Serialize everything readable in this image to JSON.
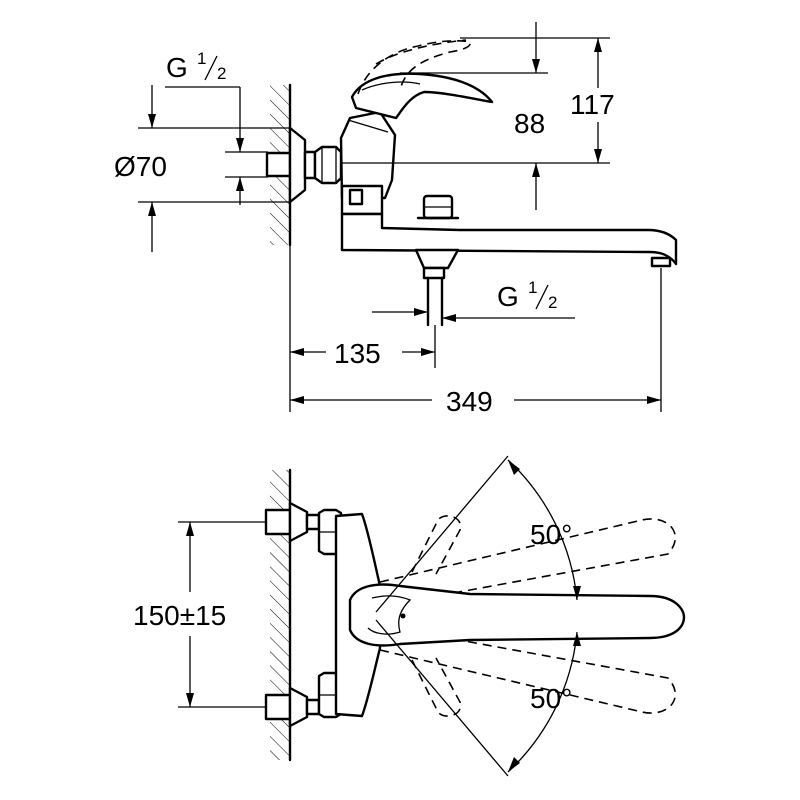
{
  "side_view": {
    "inlet_thread": {
      "prefix": "G",
      "numerator": "1",
      "denominator": "2"
    },
    "outlet_thread": {
      "prefix": "G",
      "numerator": "1",
      "denominator": "2"
    },
    "flange_diameter": "Ø70",
    "lever_height_1": "88",
    "lever_height_2": "117",
    "outlet_distance": "135",
    "spout_reach": "349"
  },
  "top_view": {
    "inlet_spacing": "150±15",
    "swivel_angle_upper": "50°",
    "swivel_angle_lower": "50°"
  }
}
